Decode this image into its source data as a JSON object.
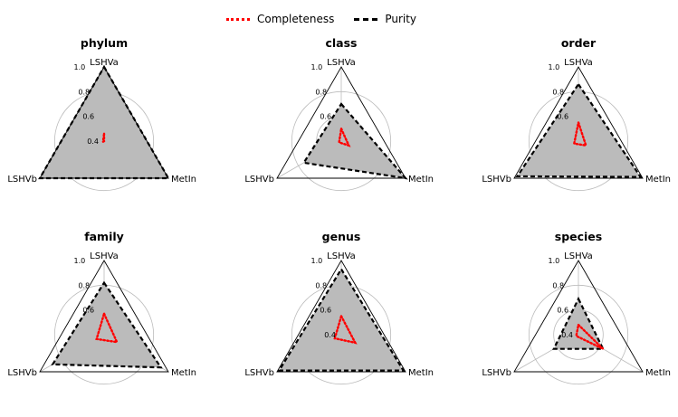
{
  "legend": {
    "completeness_label": "Completeness",
    "purity_label": "Purity",
    "completeness_color": "#ff0000",
    "purity_color": "#000000",
    "placement": "top-center"
  },
  "chart_data": [
    {
      "type": "radar",
      "title": "phylum",
      "axes": [
        "LSHVa",
        "MetIn",
        "LSHVb"
      ],
      "rticks": [
        "0.4",
        "0.6",
        "0.8",
        "1.0"
      ],
      "rlim": [
        0.4,
        1.0
      ],
      "fill": "#bbbbbb",
      "series": [
        {
          "name": "Completeness",
          "values": [
            0.46,
            0.4,
            0.41
          ]
        },
        {
          "name": "Purity",
          "values": [
            1.0,
            1.0,
            1.0
          ]
        }
      ]
    },
    {
      "type": "radar",
      "title": "class",
      "axes": [
        "LSHVa",
        "MetIn",
        "LSHVb"
      ],
      "rticks": [
        "0.6",
        "0.8",
        "1.0"
      ],
      "rlim": [
        0.4,
        1.0
      ],
      "fill": "#bbbbbb",
      "series": [
        {
          "name": "Completeness",
          "values": [
            0.5,
            0.47,
            0.42
          ]
        },
        {
          "name": "Purity",
          "values": [
            0.7,
            1.0,
            0.75
          ]
        }
      ]
    },
    {
      "type": "radar",
      "title": "order",
      "axes": [
        "LSHVa",
        "MetIn",
        "LSHVb"
      ],
      "rticks": [
        "0.6",
        "0.8",
        "1.0"
      ],
      "rlim": [
        0.4,
        1.0
      ],
      "fill": "#bbbbbb",
      "series": [
        {
          "name": "Completeness",
          "values": [
            0.55,
            0.47,
            0.44
          ]
        },
        {
          "name": "Purity",
          "values": [
            0.86,
            0.98,
            0.97
          ]
        }
      ]
    },
    {
      "type": "radar",
      "title": "family",
      "axes": [
        "LSHVa",
        "MetIn",
        "LSHVb"
      ],
      "rticks": [
        "0.6",
        "0.8",
        "1.0"
      ],
      "rlim": [
        0.4,
        1.0
      ],
      "fill": "#bbbbbb",
      "series": [
        {
          "name": "Completeness",
          "values": [
            0.57,
            0.52,
            0.47
          ]
        },
        {
          "name": "Purity",
          "values": [
            0.82,
            0.93,
            0.88
          ]
        }
      ]
    },
    {
      "type": "radar",
      "title": "genus",
      "axes": [
        "LSHVa",
        "MetIn",
        "LSHVb"
      ],
      "rticks": [
        "0.4",
        "0.6",
        "0.8",
        "1.0"
      ],
      "rlim": [
        0.4,
        1.0
      ],
      "fill": "#bbbbbb",
      "series": [
        {
          "name": "Completeness",
          "values": [
            0.55,
            0.53,
            0.46
          ]
        },
        {
          "name": "Purity",
          "values": [
            0.93,
            0.98,
            0.98
          ]
        }
      ]
    },
    {
      "type": "radar",
      "title": "species",
      "axes": [
        "LSHVa",
        "MetIn",
        "LSHVb"
      ],
      "rticks": [
        "0.4",
        "0.6",
        "0.8",
        "1.0"
      ],
      "rlim": [
        0.4,
        1.0
      ],
      "fill": "#bbbbbb",
      "series": [
        {
          "name": "Completeness",
          "values": [
            0.48,
            0.63,
            0.42
          ]
        },
        {
          "name": "Purity",
          "values": [
            0.69,
            0.63,
            0.63
          ]
        }
      ]
    }
  ]
}
